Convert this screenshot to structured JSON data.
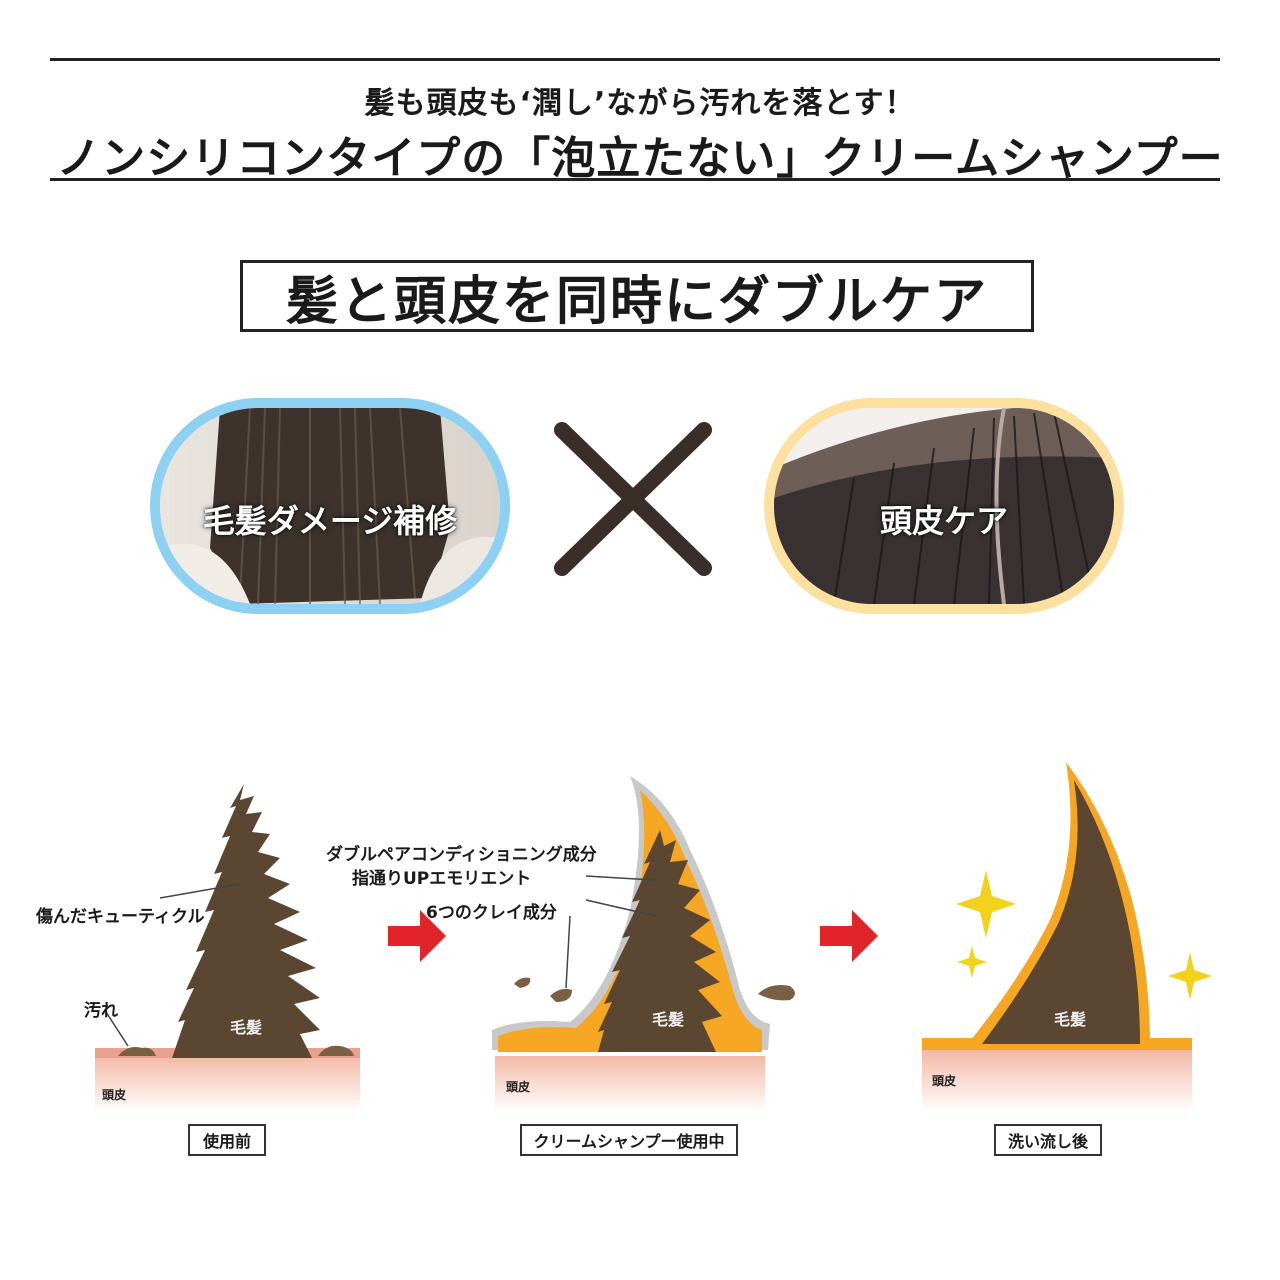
{
  "header": {
    "subtitle": "髪も頭皮も‘潤し’ながら汚れを落とす！",
    "title": "ノンシリコンタイプの「泡立たない」クリームシャンプー"
  },
  "feature": {
    "heading": "髪と頭皮を同時にダブルケア",
    "left_label": "毛髪ダメージ補修",
    "right_label": "頭皮ケア",
    "left_border_color": "#8dd0f2",
    "right_border_color": "#fbe0a0"
  },
  "diagram": {
    "before": {
      "cuticle_label": "傷んだキューティクル",
      "dirt_label": "汚れ",
      "hair_label": "毛髪",
      "scalp_label": "頭皮",
      "stage_label": "使用前"
    },
    "during": {
      "conditioning_label": "ダブルペアコンディショニング成分",
      "emollient_label": "指通りUPエモリエント",
      "clay_label": "6つのクレイ成分",
      "hair_label": "毛髪",
      "scalp_label": "頭皮",
      "stage_label": "クリームシャンプー使用中"
    },
    "after": {
      "hair_label": "毛髪",
      "scalp_label": "頭皮",
      "stage_label": "洗い流し後"
    },
    "colors": {
      "hair": "#5b4632",
      "cream": "#f5a623",
      "scalp": "#f7c4b0",
      "arrow": "#e0242a",
      "sparkle": "#f2d21b"
    }
  }
}
